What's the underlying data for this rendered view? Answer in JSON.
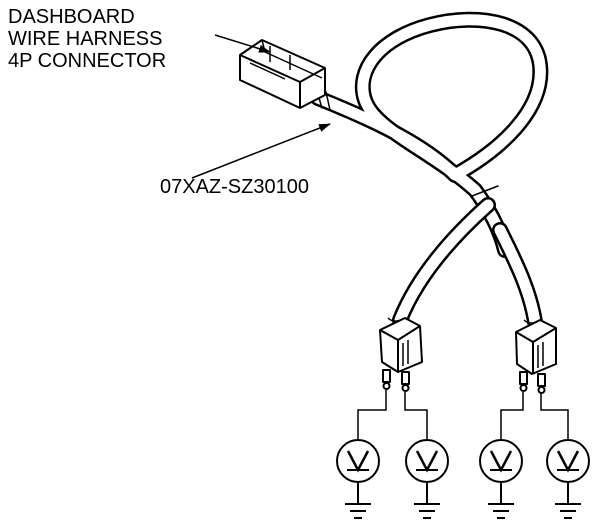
{
  "labels": {
    "connector_line1": "DASHBOARD",
    "connector_line2": "WIRE HARNESS",
    "connector_line3": "4P CONNECTOR",
    "part_number": "07XAZ-SZ30100"
  },
  "colors": {
    "ink": "#000000",
    "paper": "#ffffff"
  },
  "icons": {
    "bulb": "bulb-icon",
    "ground": "ground-icon",
    "connector": "connector-icon",
    "plug": "plug-icon"
  }
}
